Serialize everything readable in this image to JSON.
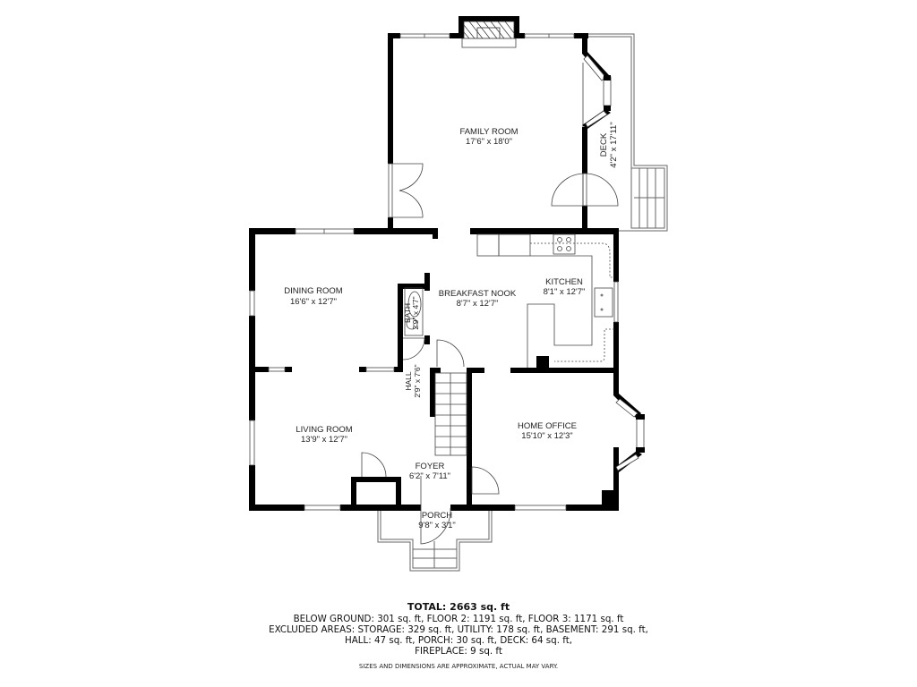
{
  "rooms": {
    "family_room": {
      "name": "FAMILY ROOM",
      "dims": "17'6\" x 18'0\""
    },
    "deck": {
      "name": "DECK",
      "dims": "4'2\" x 17'11\""
    },
    "dining_room": {
      "name": "DINING ROOM",
      "dims": "16'6\" x 12'7\""
    },
    "bath": {
      "name": "BATH",
      "dims": "2'9\" x 4'7\""
    },
    "breakfast_nook": {
      "name": "BREAKFAST NOOK",
      "dims": "8'7\" x 12'7\""
    },
    "kitchen": {
      "name": "KITCHEN",
      "dims": "8'1\" x 12'7\""
    },
    "hall": {
      "name": "HALL",
      "dims": "2'9\" x 7'6\""
    },
    "living_room": {
      "name": "LIVING ROOM",
      "dims": "13'9\" x 12'7\""
    },
    "home_office": {
      "name": "HOME OFFICE",
      "dims": "15'10\" x 12'3\""
    },
    "foyer": {
      "name": "FOYER",
      "dims": "6'2\" x 7'11\""
    },
    "porch": {
      "name": "PORCH",
      "dims": "9'8\" x 3'1\""
    }
  },
  "summary": {
    "total": "TOTAL: 2663 sq. ft",
    "line1": "BELOW GROUND: 301 sq. ft, FLOOR 2: 1191 sq. ft, FLOOR 3: 1171 sq. ft",
    "line2": "EXCLUDED AREAS: STORAGE: 329 sq. ft, UTILITY: 178 sq. ft, BASEMENT: 291 sq. ft,",
    "line3": "HALL: 47 sq. ft, PORCH: 30 sq. ft, DECK: 64 sq. ft,",
    "line4": "FIREPLACE: 9 sq. ft",
    "disclaimer": "SIZES AND DIMENSIONS ARE APPROXIMATE, ACTUAL MAY VARY."
  },
  "colors": {
    "wall": "#000000",
    "thin_line": "#555555",
    "background": "#ffffff"
  }
}
